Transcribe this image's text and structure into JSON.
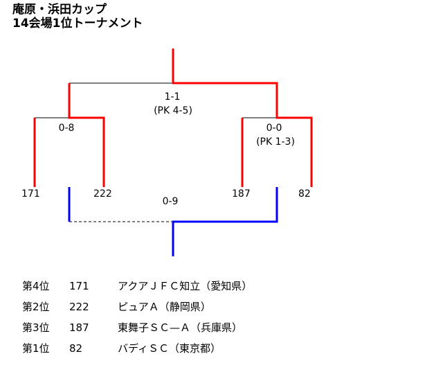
{
  "title": {
    "line1": "庵原・浜田カップ",
    "line2": "14会場1位トーナメント"
  },
  "colors": {
    "winner": "#ff0000",
    "third_place": "#0000ff",
    "loser": "#000000"
  },
  "bracket": {
    "teams": [
      "171",
      "222",
      "187",
      "82"
    ],
    "semifinal_left": {
      "score": "0-8"
    },
    "semifinal_right": {
      "score": "0-0",
      "pk": "(PK 1-3)"
    },
    "final": {
      "score": "1-1",
      "pk": "(PK 4-5)"
    },
    "third_place": {
      "score": "0-9"
    }
  },
  "standings": [
    {
      "rank": "第4位",
      "number": "171",
      "team": "アクアＪＦＣ知立（愛知県）"
    },
    {
      "rank": "第2位",
      "number": "222",
      "team": "ピュアＡ（静岡県）"
    },
    {
      "rank": "第3位",
      "number": "187",
      "team": "東舞子ＳＣ—Ａ（兵庫県）"
    },
    {
      "rank": "第1位",
      "number": "82",
      "team": "バディＳＣ（東京都）"
    }
  ]
}
